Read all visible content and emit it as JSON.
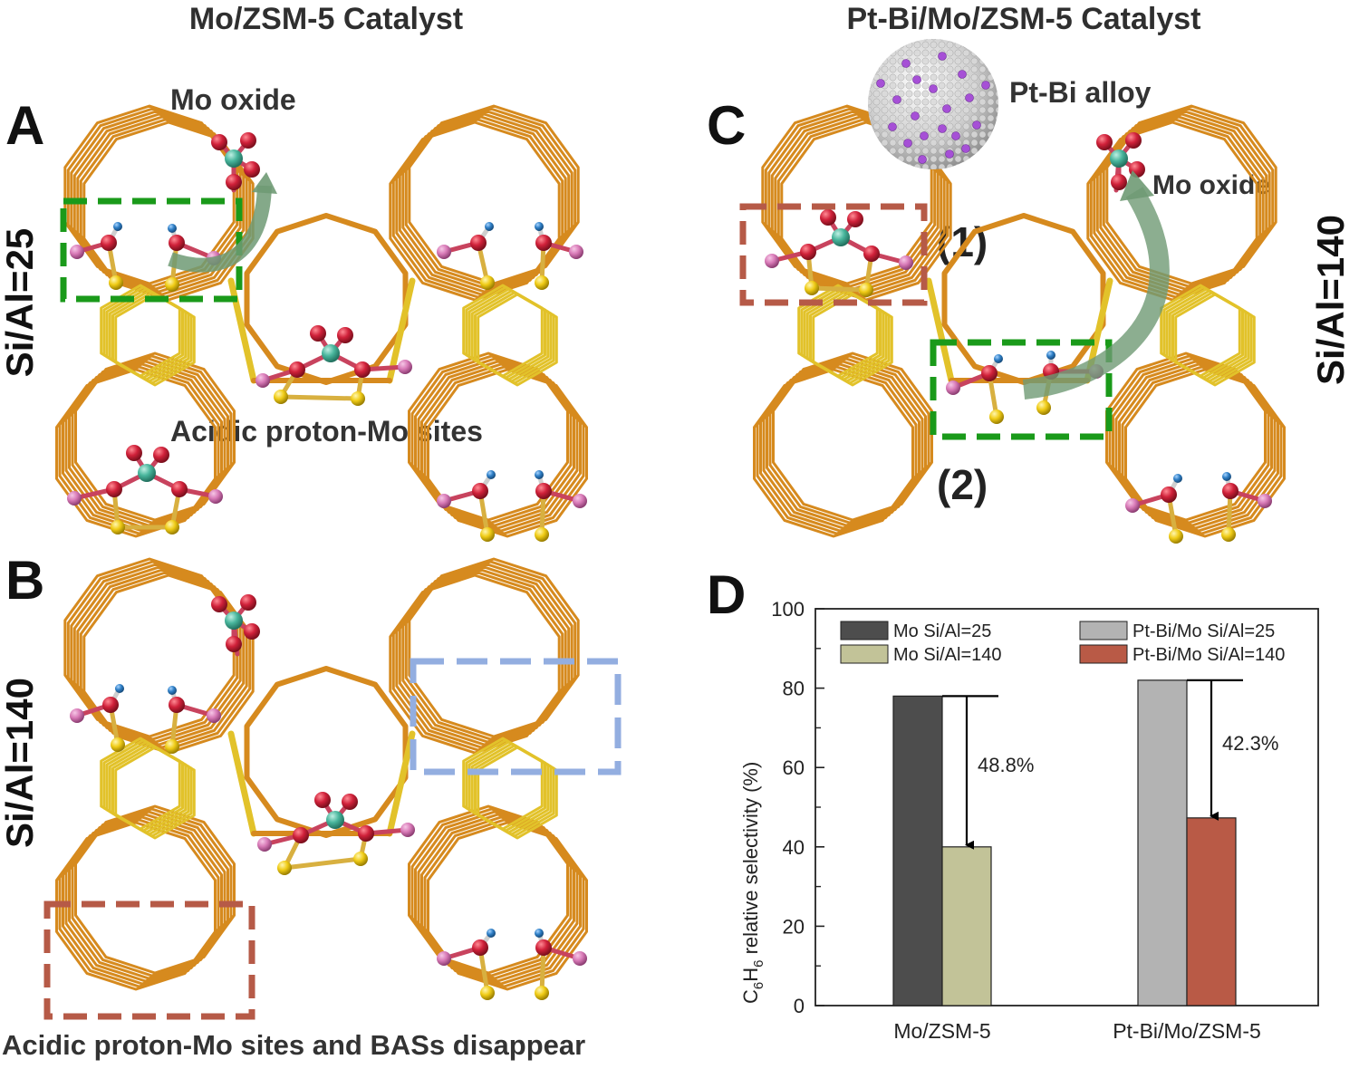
{
  "titles": {
    "left": "Mo/ZSM-5 Catalyst",
    "right": "Pt-Bi/Mo/ZSM-5 Catalyst"
  },
  "panels": {
    "a": "A",
    "b": "B",
    "c": "C",
    "d": "D"
  },
  "side_labels": {
    "a": "Si/Al=25",
    "b": "Si/Al=140",
    "c": "Si/Al=140"
  },
  "annotations": {
    "a_mo_oxide": "Mo oxide",
    "a_sites": "Acidic proton-Mo sites",
    "b_caption": "Acidic proton-Mo sites and BASs disappear",
    "c_alloy": "Pt-Bi alloy",
    "c_mo_oxide": "Mo oxide",
    "c_site1": "(1)",
    "c_site2": "(2)"
  },
  "colors": {
    "framework": "#d68a1e",
    "framework_inner": "#e2c22a",
    "oxygen": "#d0213a",
    "molybdenum": "#48b59c",
    "hydrogen": "#2f7fc6",
    "aluminum": "#d87ab7",
    "silicon": "#f0cc17",
    "green_box": "#1a9a1a",
    "red_box": "#b65a47",
    "blue_box": "#93aee0",
    "arrow_green": "#6f9a74"
  },
  "chart_data": {
    "type": "bar",
    "categories": [
      "Mo/ZSM-5",
      "Pt-Bi/Mo/ZSM-5"
    ],
    "series": [
      {
        "name": "Mo Si/Al=25",
        "values": [
          78,
          null
        ],
        "color": "#4d4d4d"
      },
      {
        "name": "Mo Si/Al=140",
        "values": [
          40,
          null
        ],
        "color": "#c2c398"
      },
      {
        "name": "Pt-Bi/Mo Si/Al=25",
        "values": [
          null,
          82
        ],
        "color": "#b3b3b3"
      },
      {
        "name": "Pt-Bi/Mo Si/Al=140",
        "values": [
          null,
          47.3
        ],
        "color": "#b95a46"
      }
    ],
    "ylabel": "C6H6 relative selectivity (%)",
    "ylabel_parts": {
      "c": "C",
      "sub1": "6",
      "h": "H",
      "sub2": "6",
      "rest": " relative selectivity (%)"
    },
    "ylim": [
      0,
      100
    ],
    "yticks": [
      0,
      20,
      40,
      60,
      80,
      100
    ],
    "annotations": [
      "48.8%",
      "42.3%"
    ],
    "legend": "top, two columns",
    "grid": false
  }
}
